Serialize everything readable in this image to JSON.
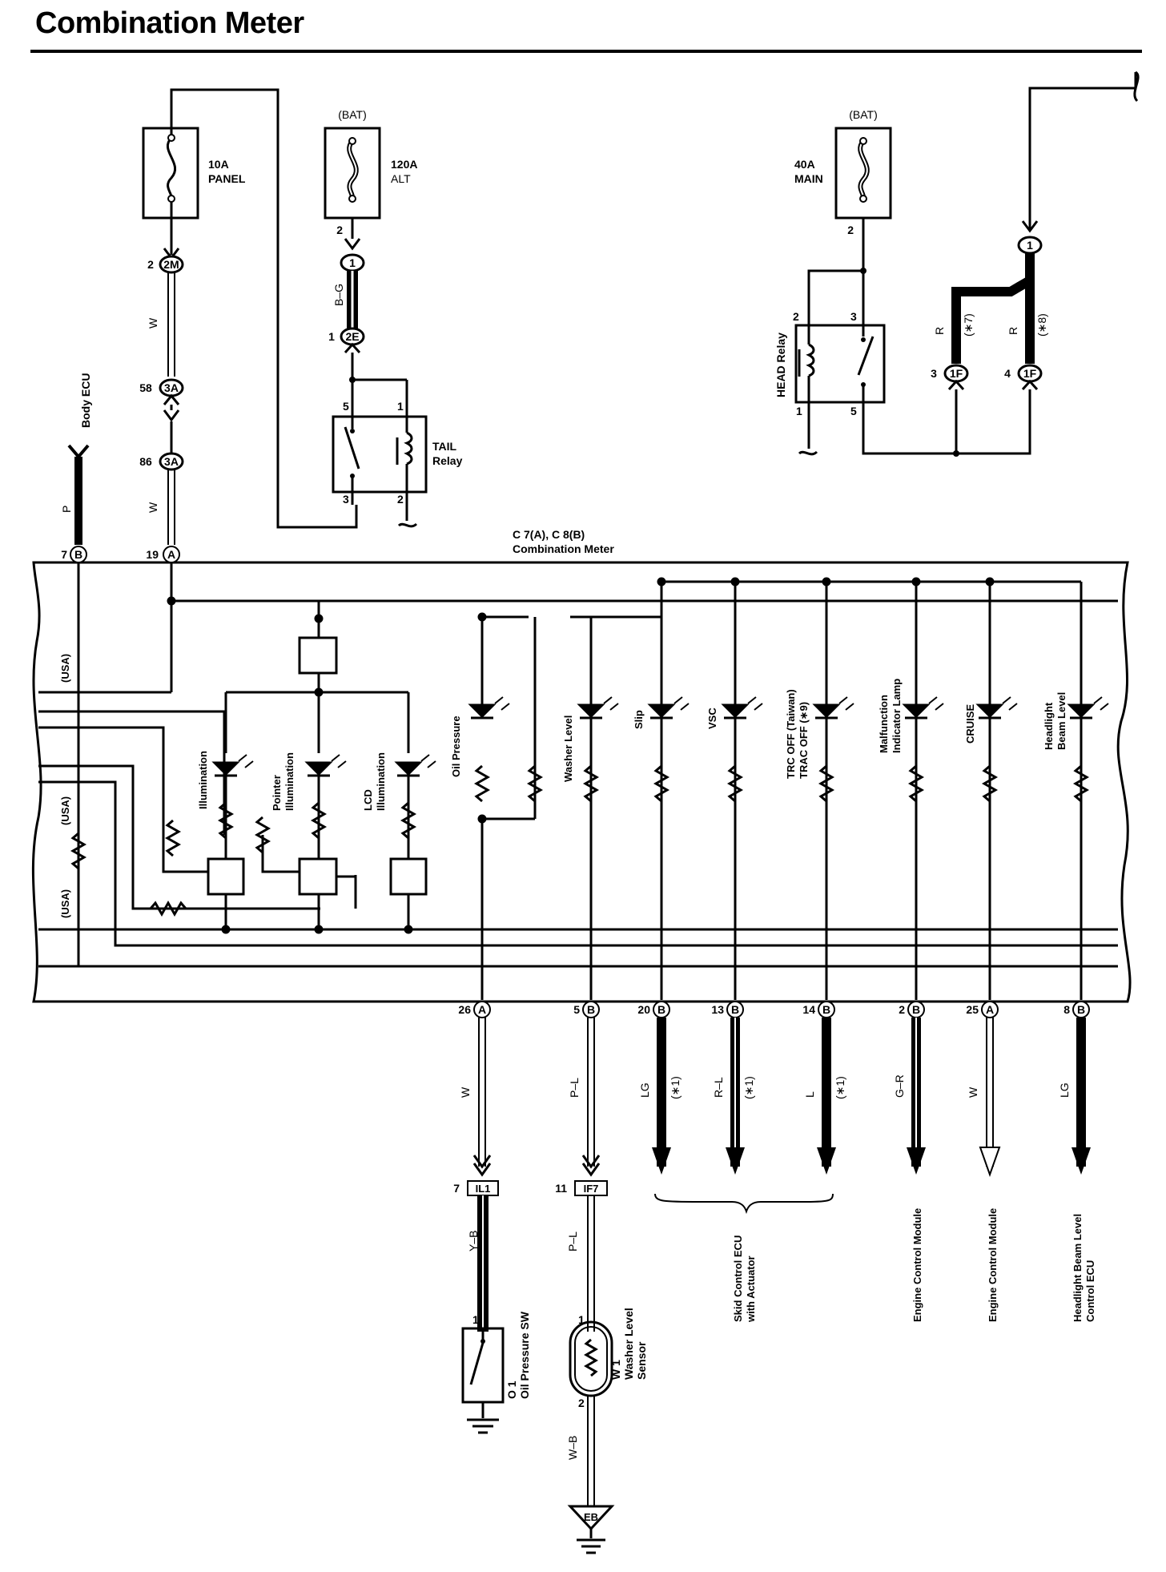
{
  "title": "Combination Meter",
  "supplies": {
    "panel": {
      "amp": "10A",
      "name": "PANEL"
    },
    "alt": {
      "bat": "(BAT)",
      "amp": "120A",
      "name": "ALT"
    },
    "main": {
      "bat": "(BAT)",
      "amp": "40A",
      "name": "MAIN"
    }
  },
  "connectors": {
    "c2M": "2M",
    "c2M_pin": "2",
    "c3A": "3A",
    "c3A_pin1": "58",
    "c3A_pin2": "86",
    "c1": "1",
    "c1_pin": "2",
    "c2E": "2E",
    "c2E_pin": "1",
    "c1F": "1F",
    "c1F_pin_a": "3",
    "c1F_pin_b": "4",
    "cMain1": "1",
    "main_pin": "2"
  },
  "wires": {
    "w_top": "W",
    "w_mid": "W",
    "bg": "B–G",
    "p": "P",
    "r1": "R",
    "r1_note": "(∗7)",
    "r2": "R",
    "r2_note": "(∗8)"
  },
  "relays": {
    "tail": {
      "name1": "TAIL",
      "name2": "Relay",
      "p5": "5",
      "p1": "1",
      "p3": "3",
      "p2": "2"
    },
    "head": {
      "name": "HEAD Relay",
      "p2": "2",
      "p3": "3",
      "p1": "1",
      "p5": "5"
    }
  },
  "meter": {
    "header1": "C 7(A), C 8(B)",
    "header2": "Combination Meter",
    "body_ecu": "Body ECU",
    "top_pins": [
      {
        "num": "7",
        "conn": "B"
      },
      {
        "num": "19",
        "conn": "A"
      }
    ],
    "usa": [
      "(USA)",
      "(USA)",
      "(USA)"
    ],
    "lamps": [
      "Illumination",
      "Pointer",
      "Illumination",
      "LCD",
      "Illumination",
      "Oil Pressure",
      "Washer Level",
      "Slip",
      "VSC",
      "TRC OFF (Taiwan)",
      "TRAC OFF (∗9)",
      "Malfunction",
      "Indicator Lamp",
      "CRUISE",
      "Headlight",
      "Beam Level"
    ]
  },
  "bottom_pins": [
    {
      "num": "26",
      "conn": "A",
      "wire": "W",
      "note": ""
    },
    {
      "num": "5",
      "conn": "B",
      "wire": "P–L",
      "note": ""
    },
    {
      "num": "20",
      "conn": "B",
      "wire": "LG",
      "note": "(∗1)"
    },
    {
      "num": "13",
      "conn": "B",
      "wire": "R–L",
      "note": "(∗1)"
    },
    {
      "num": "14",
      "conn": "B",
      "wire": "L",
      "note": "(∗1)"
    },
    {
      "num": "2",
      "conn": "B",
      "wire": "G–R",
      "note": ""
    },
    {
      "num": "25",
      "conn": "A",
      "wire": "W",
      "note": ""
    },
    {
      "num": "8",
      "conn": "B",
      "wire": "LG",
      "note": ""
    }
  ],
  "lower": {
    "il1": "IL1",
    "il1_pin": "7",
    "if7": "IF7",
    "if7_pin": "11",
    "yb": "Y–B",
    "pl": "P–L",
    "wb": "W–B",
    "o1_pin": "1",
    "w1_pin1": "1",
    "w1_pin2": "2",
    "o1_id": "O 1",
    "o1_name": "Oil Pressure SW",
    "w1_id": "W 1",
    "w1_name1": "Washer Level",
    "w1_name2": "Sensor",
    "eb": "EB"
  },
  "destinations": {
    "skid1": "Skid Control ECU",
    "skid2": "with Actuator",
    "ecm1": "Engine Control Module",
    "ecm2": "Engine Control Module",
    "hl1": "Headlight Beam Level",
    "hl2": "Control ECU"
  }
}
